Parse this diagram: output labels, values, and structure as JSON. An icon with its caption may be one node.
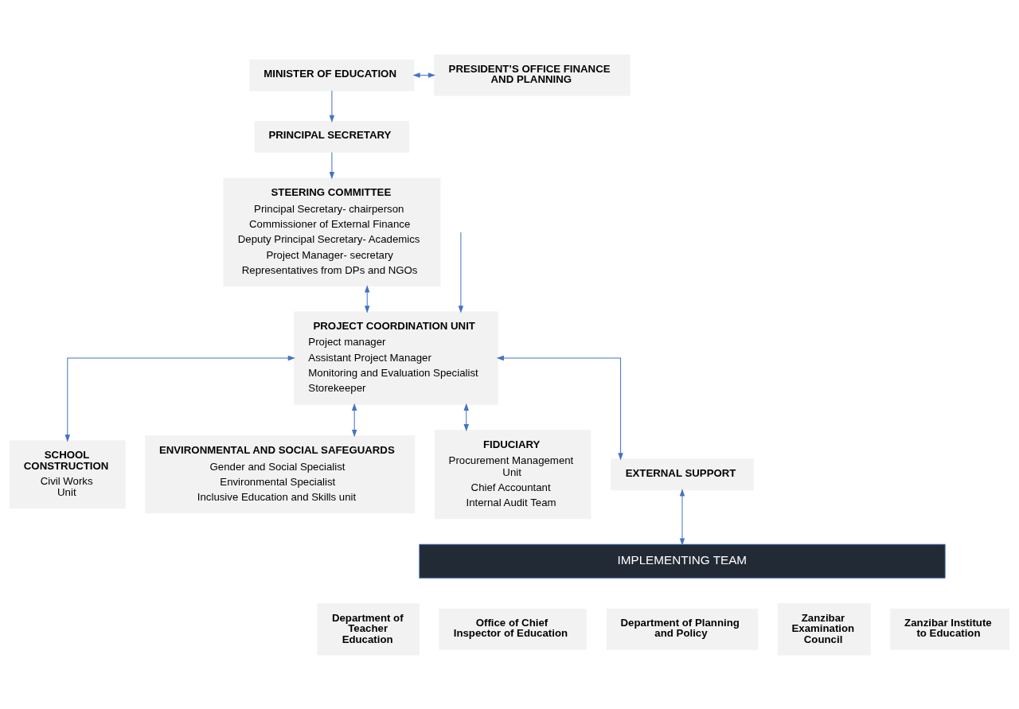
{
  "diagram": {
    "nodes": [
      {
        "text": [
          "MINISTER OF EDUCATION"
        ]
      },
      {
        "text": [
          "PRESIDENT’S OFFICE FINANCE AND PLANNING"
        ]
      },
      {
        "text": [
          "PRINCIPAL SECRETARY"
        ]
      },
      {
        "text": [
          "STEERING COMMITTEE",
          "Principal Secretary- chairperson",
          "Commissioner of External Finance",
          "Deputy Principal Secretary- Academics",
          "Project Manager- secretary",
          "Representatives from DPs and NGOs"
        ]
      },
      {
        "text": [
          "PROJECT COORDINATION UNIT",
          "Project manager",
          "Assistant Project Manager",
          "Monitoring and Evaluation Specialist",
          "Storekeeper"
        ]
      },
      {
        "text": [
          "SCHOOL CONSTRUCTION",
          "Civil Works Unit"
        ]
      },
      {
        "text": [
          "ENVIRONMENTAL AND SOCIAL SAFEGUARDS",
          "Gender and Social Specialist",
          "Environmental Specialist",
          "Inclusive Education and Skills unit"
        ]
      },
      {
        "text": [
          "FIDUCIARY",
          "Procurement Management Unit",
          "Chief Accountant",
          "Internal Audit Team"
        ]
      },
      {
        "text": [
          "EXTERNAL SUPPORT"
        ]
      },
      {
        "text": [
          "IMPLEMENTING TEAM"
        ]
      },
      {
        "text": [
          "Department of Teacher Education"
        ]
      },
      {
        "text": [
          "Office of Chief Inspector of Education"
        ]
      },
      {
        "text": [
          "Department of Planning and Policy"
        ]
      },
      {
        "text": [
          "Zanzibar Examination Council"
        ]
      },
      {
        "text": [
          "Zanzibar Institute to Education"
        ]
      }
    ],
    "edges": [
      {
        "from": 0,
        "to": 1,
        "arrow": "both"
      },
      {
        "from": 0,
        "to": 2,
        "arrow": "to"
      },
      {
        "from": 2,
        "to": 3,
        "arrow": "to"
      },
      {
        "from": 3,
        "to": 4,
        "arrow": "both"
      },
      {
        "from": 4,
        "to": 5,
        "arrow": "both"
      },
      {
        "from": 4,
        "to": 6,
        "arrow": "both"
      },
      {
        "from": 4,
        "to": 7,
        "arrow": "both"
      },
      {
        "from": 4,
        "to": 8,
        "arrow": "both"
      },
      {
        "from": null,
        "to": 4,
        "arrow": "to"
      },
      {
        "from": 8,
        "to": 9,
        "arrow": "both"
      }
    ]
  }
}
